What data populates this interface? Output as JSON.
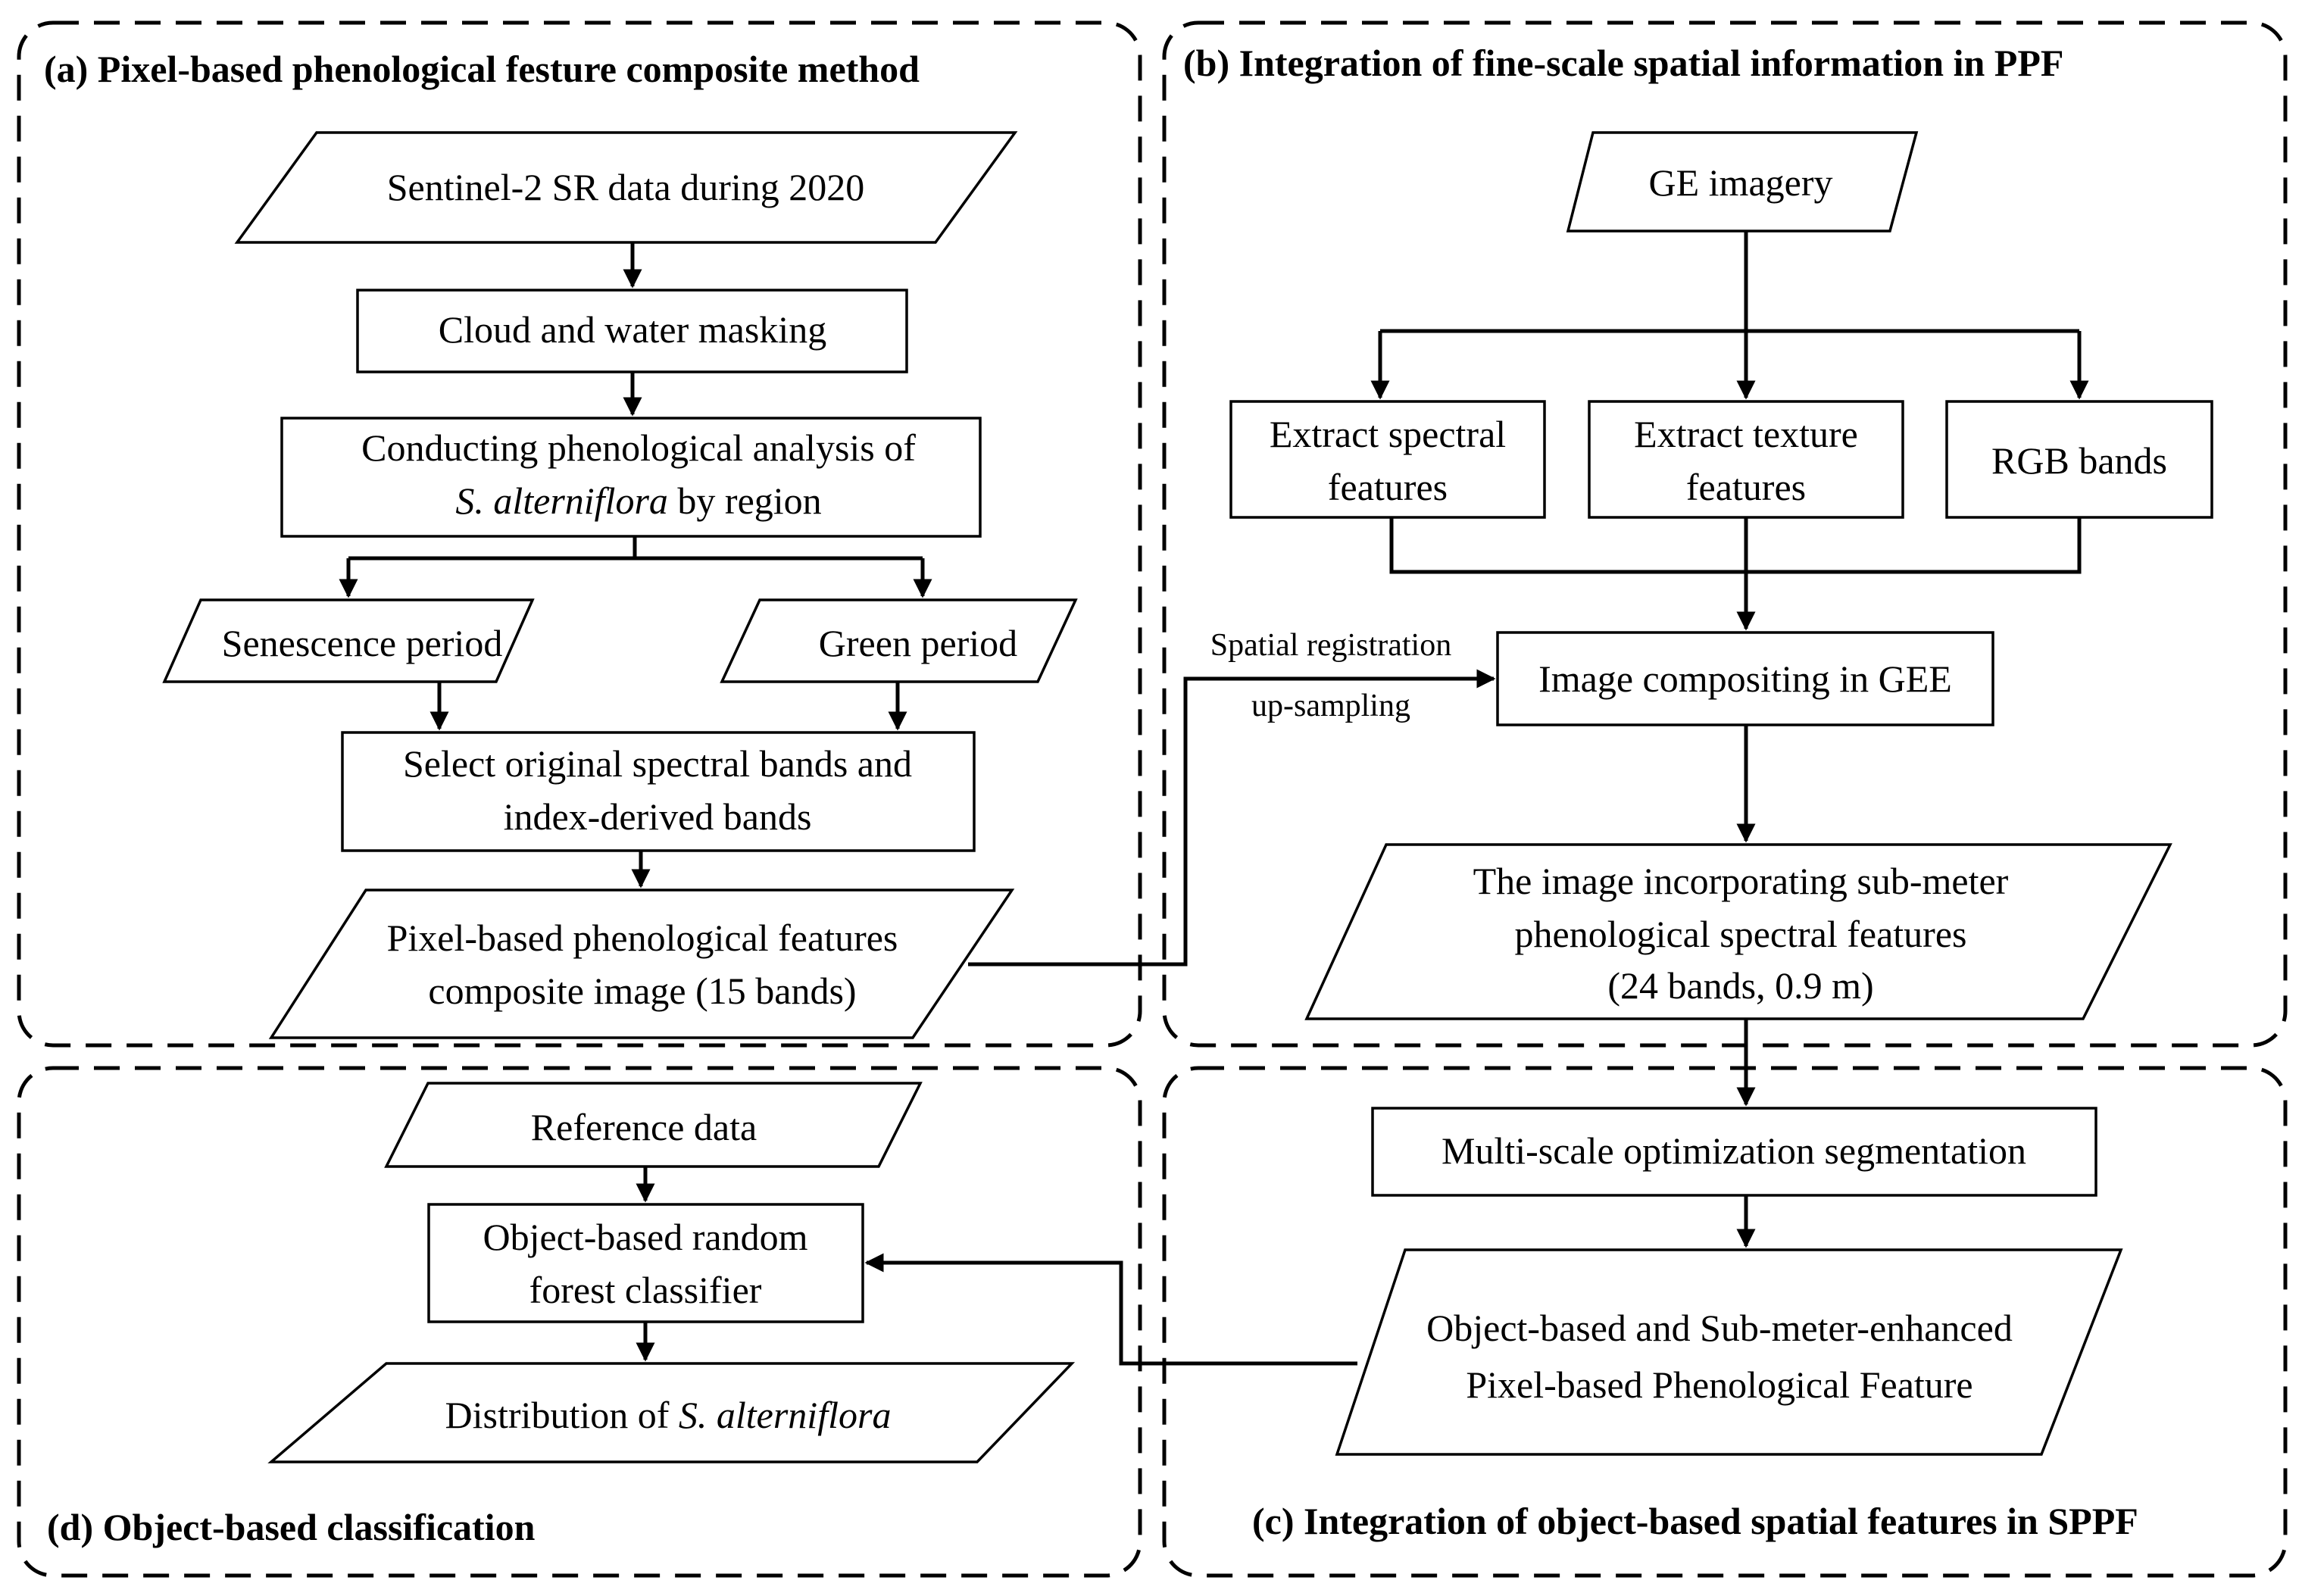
{
  "panels": {
    "a": "(a) Pixel-based phenological festure  composite method",
    "b": "(b) Integration of fine-scale spatial information in PPF",
    "c": "(c) Integration of object-based spatial features in SPPF",
    "d": "(d) Object-based classification"
  },
  "nodes": {
    "sentinel": "Sentinel-2 SR data during 2020",
    "cloud": "Cloud and water masking",
    "pheno_line1": "Conducting phenological analysis of",
    "pheno_line2_species": "S. alterniflora",
    "pheno_line2_rest": " by region",
    "senescence": "Senescence period",
    "green": "Green period",
    "select_line1": "Select original spectral bands and",
    "select_line2": "index-derived bands",
    "pixel_line1": "Pixel-based phenological features",
    "pixel_line2": "composite image (15 bands)",
    "ge": "GE imagery",
    "spectral_line1": "Extract spectral",
    "spectral_line2": "features",
    "texture_line1": "Extract texture",
    "texture_line2": "features",
    "rgb": "RGB bands",
    "compositing": "Image compositing in GEE",
    "submeter_line1": "The image incorporating sub-meter",
    "submeter_line2": "phenological spectral features",
    "submeter_line3": "(24 bands, 0.9 m)",
    "segmentation": "Multi-scale optimization segmentation",
    "obj_line1": "Object-based and Sub-meter-enhanced",
    "obj_line2": "Pixel-based Phenological Feature",
    "reference": "Reference data",
    "rf_line1": "Object-based random",
    "rf_line2": "forest classifier",
    "dist_prefix": "Distribution of ",
    "dist_species": "S. alterniflora"
  },
  "edge_labels": {
    "registration": "Spatial registration",
    "upsampling": "up-sampling"
  }
}
